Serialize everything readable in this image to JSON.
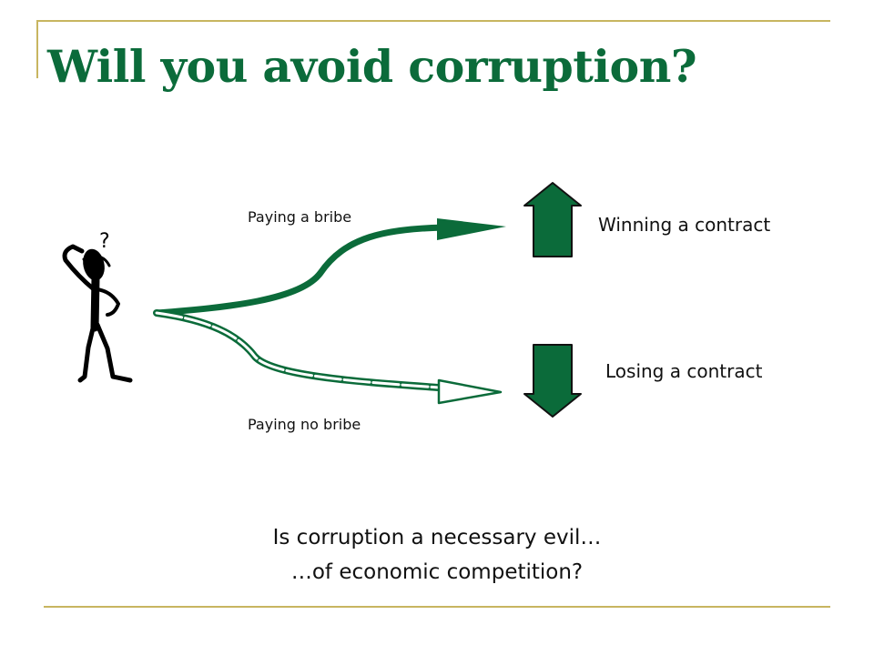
{
  "slide": {
    "title": "Will you avoid corruption?",
    "accent_color": "#C8B560",
    "title_color": "#0B6B3A",
    "arrow_color": "#0B6B3A"
  },
  "figure": {
    "icon": "thinking-stick-figure-icon",
    "question_mark": "?"
  },
  "paths": {
    "bribe_label": "Paying a bribe",
    "no_bribe_label": "Paying no bribe"
  },
  "outcomes": {
    "win_label": "Winning a contract",
    "lose_label": "Losing a contract",
    "win_icon": "arrow-up-icon",
    "lose_icon": "arrow-down-icon"
  },
  "footer": {
    "line1": "Is corruption a necessary evil…",
    "line2": "…of economic competition?"
  }
}
